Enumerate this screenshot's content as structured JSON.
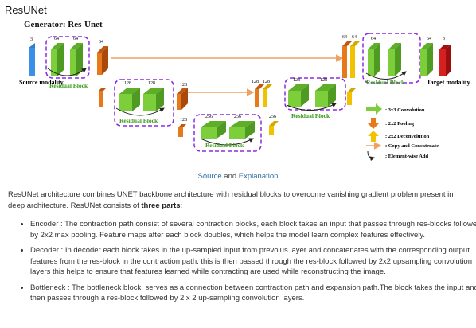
{
  "page": {
    "title": "ResUNet"
  },
  "diagram": {
    "title": "Generator: Res-Unet",
    "source_label": "Source modality",
    "target_label": "Target modality",
    "residual_block_label": "Residual Block",
    "channel_labels": {
      "input": "3",
      "enc1a": "64",
      "enc1b": "64",
      "enc1c": "64",
      "enc2a": "128",
      "enc2b": "128",
      "enc2c": "128",
      "bott_in": "128",
      "bott_a": "256",
      "bott_b": "256",
      "bott_out": "256",
      "dec2_cat_a": "128",
      "dec2_cat_b": "128",
      "dec2_a": "128",
      "dec2_b": "128",
      "dec1_cat_a": "64",
      "dec1_cat_b": "64",
      "dec1_a": "64",
      "dec1_b": "64",
      "out": "3"
    },
    "legend": [
      {
        "label": ": 3x3 Convolution",
        "color": "#7ccf3a"
      },
      {
        "label": ": 2x2 Pooling",
        "color": "#e8791a"
      },
      {
        "label": ": 2x2 Deconvolution",
        "color": "#f2c200"
      },
      {
        "label": ": Copy and Concatenate",
        "color": "#f0a060"
      },
      {
        "label": ": Element-wise Add",
        "color": "#222222"
      }
    ]
  },
  "source_link": {
    "source": "Source",
    "and": "and",
    "explanation": "Explanation"
  },
  "intro": {
    "text_1": "ResUNet architecture combines UNET backbone architecture with residual blocks to overcome vanishing gradient problem present in deep architecture. ResUNet consists of ",
    "bold": "three parts",
    "text_2": ":"
  },
  "parts": [
    {
      "text": "Encoder : The contraction path consist of several contraction blocks, each block takes an input that passes through res-blocks followed by 2x2 max pooling. Feature maps after each block doubles, which helps the model learn complex features effectively."
    },
    {
      "text": "Decoder : In decoder each block takes in the up-sampled input from prevoius layer and concatenates with the corresponding output features from the res-block in the contraction path. this is then passed through the res-block followed by 2x2 upsampling convolution layers this helps to ensure that features learned while contracting are used while reconstructing the image."
    },
    {
      "text": "Bottleneck : The bottleneck block, serves as a connection between contraction path and expansion path.The block takes the input and then passes through a res-block followed by 2 x 2 up-sampling convolution layers."
    }
  ]
}
